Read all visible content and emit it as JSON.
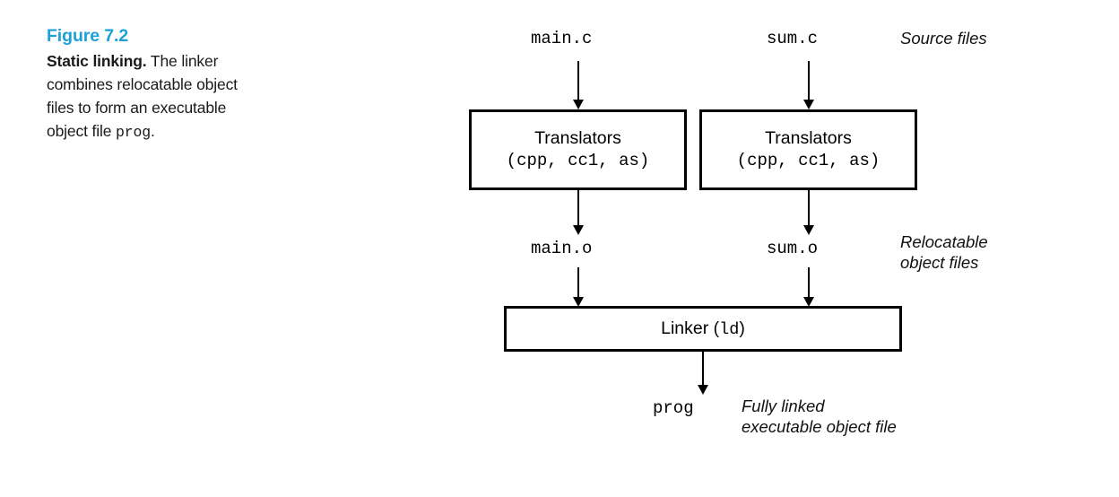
{
  "figure": {
    "number_label": "Figure 7.2",
    "caption_lead": "Static linking.",
    "caption_rest_1": " The linker",
    "caption_line_2": "combines relocatable",
    "caption_line_3": "object files to form an",
    "caption_line_4": "executable object file",
    "caption_prog": "prog",
    "caption_period": ".",
    "accent_color": "#1ba0d7",
    "text_color": "#1a1a1a"
  },
  "diagram": {
    "source_files": {
      "left": "main.c",
      "right": "sum.c",
      "annotation": "Source files"
    },
    "translators": {
      "left": {
        "title": "Translators",
        "subtitle": "(cpp, cc1, as)"
      },
      "right": {
        "title": "Translators",
        "subtitle": "(cpp, cc1, as)"
      }
    },
    "object_files": {
      "left": "main.o",
      "right": "sum.o",
      "annotation_line_1": "Relocatable",
      "annotation_line_2": "object files"
    },
    "linker": {
      "label_prefix": "Linker (",
      "label_mono": "ld",
      "label_suffix": ")"
    },
    "output": {
      "name": "prog",
      "annotation_line_1": "Fully linked",
      "annotation_line_2": "executable object file"
    }
  }
}
